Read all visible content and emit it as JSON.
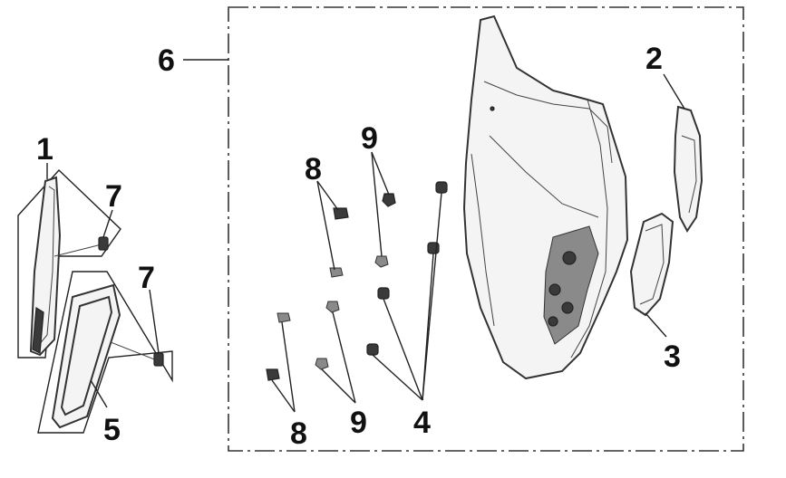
{
  "callouts": {
    "c1": "1",
    "c2": "2",
    "c3": "3",
    "c4": "4",
    "c5": "5",
    "c6": "6",
    "c7a": "7",
    "c7b": "7",
    "c8a": "8",
    "c8b": "8",
    "c9a": "9",
    "c9b": "9"
  },
  "colors": {
    "ink": "#111111",
    "part_fill": "#f4f4f4",
    "hardware": "#3a3a3a"
  },
  "icons": [
    "screw-icon",
    "clip-icon",
    "nut-icon"
  ]
}
